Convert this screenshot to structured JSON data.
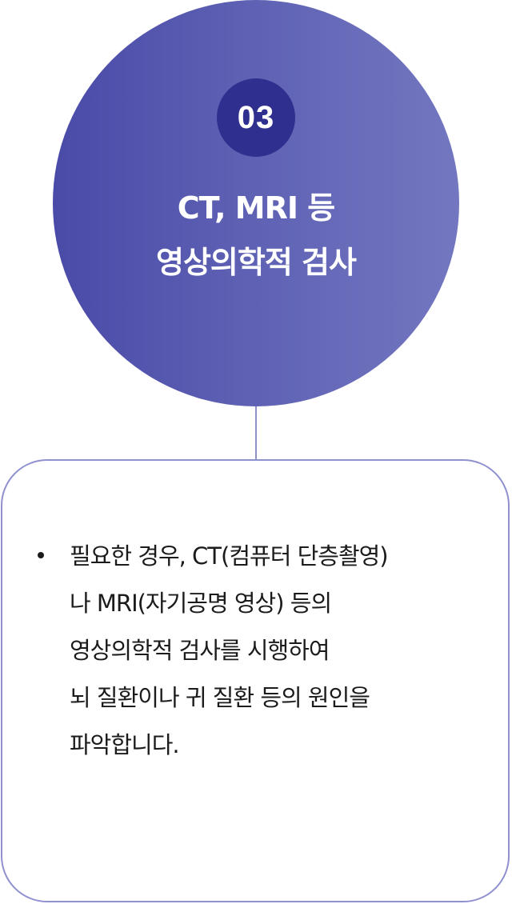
{
  "step": {
    "number": "03",
    "title_lines": [
      "CT, MRI 등",
      "영상의학적 검사"
    ]
  },
  "description": {
    "items": [
      {
        "lines": [
          "필요한 경우, CT(컴퓨터 단층촬영)",
          "나 MRI(자기공명 영상) 등의",
          "영상의학적 검사를 시행하여",
          "뇌 질환이나 귀 질환 등의 원인을",
          "파악합니다."
        ]
      }
    ]
  },
  "colors": {
    "circle_gradient_start": "#4a4aa8",
    "circle_gradient_end": "#7377c0",
    "badge": "#2f2f8f",
    "card_border": "#8f90d0",
    "connector": "#8f90cc",
    "text": "#1b1b1b"
  }
}
